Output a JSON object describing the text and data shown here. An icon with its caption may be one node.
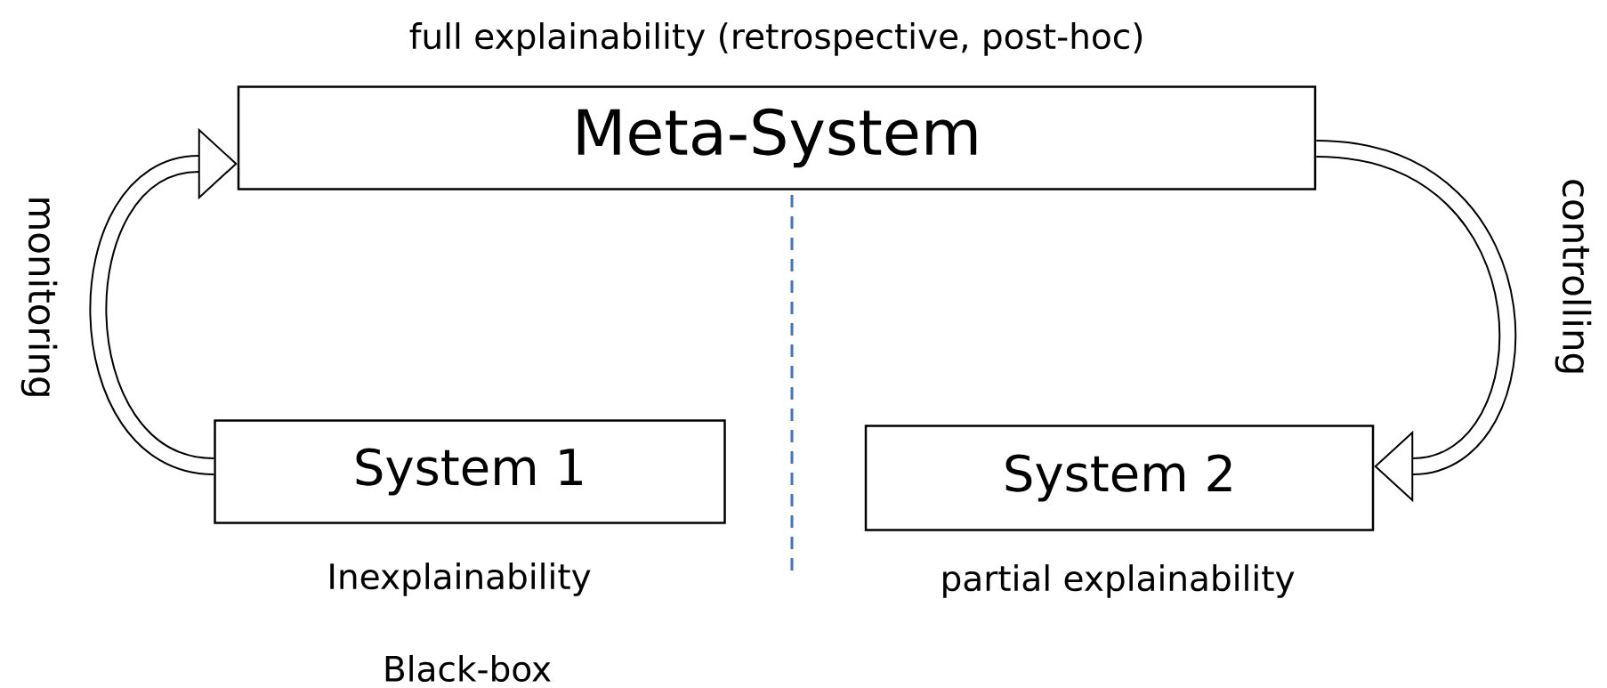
{
  "diagram": {
    "nodes": [
      {
        "text": [
          "Meta-System"
        ],
        "beside": [
          "full explainability (retrospective, post-hoc)"
        ]
      },
      {
        "text": [
          "System 1"
        ],
        "beside": [
          "Inexplainability",
          "Black-box"
        ]
      },
      {
        "text": [
          "System 2"
        ],
        "beside": [
          "partial explainability"
        ]
      }
    ],
    "edges": [
      {
        "from": 1,
        "to": 0,
        "arrow": "to",
        "label": "monitoring"
      },
      {
        "from": 0,
        "to": 2,
        "arrow": "to",
        "label": "controlling"
      }
    ]
  }
}
